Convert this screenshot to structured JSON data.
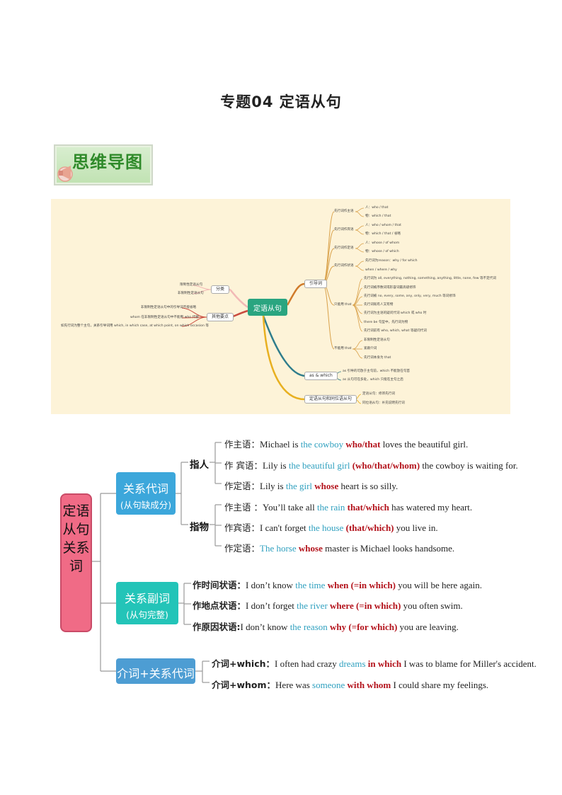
{
  "title": "专题04  定语从句",
  "badge": {
    "text": "思维导图"
  },
  "mindmap": {
    "center": "定语从句",
    "branch_yindaoci": "引导词",
    "branch_asWhich": "as & which",
    "branch_fenlei": "分类",
    "branch_nandian": "其他要点",
    "branch_tongwei": "定语从句和同位语从句",
    "sub_zhuyu": "先行词作主语",
    "sub_binyu": "先行词作宾语",
    "sub_dingyu": "先行词作定语",
    "sub_zhuangyu": "先行词作状语",
    "sub_only_that": "只能用 that",
    "sub_not_that": "不能用 that",
    "leaf_1": "人：who / that",
    "leaf_2": "物：which / that",
    "leaf_3": "人：who / whom / that",
    "leaf_4": "物：which / that / 省略",
    "leaf_5": "人：whose / of whom",
    "leaf_6": "物：whose / of which",
    "leaf_7": "先行词为reason：why / for which",
    "leaf_8": "when / where / why",
    "leaf_9": "先行词为 all, everything, nothing, something, anything, little, none, few 等不定代词",
    "leaf_10": "先行词被序数词或形容词最高级修饰",
    "leaf_11": "先行词被 no, every, some, any, only, very, much 等词修饰",
    "leaf_12": "先行词既有人又有物",
    "leaf_13": "先行词为主语的疑问代词 which 或 who 时",
    "leaf_14": "there be 句型中，先行词为物",
    "leaf_15": "先行词前有 who, which, what 等疑问代词",
    "leaf_16": "非限制性定语从句",
    "leaf_17": "紧跟介词",
    "leaf_18": "先行词本身为 that",
    "leaf_19": "as 引导的可放于主句前，which 不能放在句首",
    "leaf_20": "as 从句可在多处，which 只能在主句之后",
    "leaf_21": "定语从句：修饰先行词",
    "leaf_22": "同位语从句：补充说明先行词",
    "left_1": "限制性定语从句",
    "left_2": "非限制性定语从句",
    "left_3": "非限制性定语从句中的引导词不能省略",
    "left_4": "whom 在非限制性定语从句中不能用 who 代替",
    "left_5": "如先行词为整个主句，关系引导词用 which, in which case, at which point, on which occasion 等"
  },
  "diagram": {
    "root": "定语从句关系词",
    "cat1_main": "关系代词",
    "cat1_sub": "(从句缺成分)",
    "cat2_main": "关系副词",
    "cat2_sub": "(从句完整)",
    "cat3_main": "介词+关系代词",
    "grp_person": "指人",
    "grp_thing": "指物",
    "r1": {
      "label": "作主语：",
      "a": "Michael is ",
      "b": "the cowboy ",
      "c": " who/that",
      "d": " loves the beautiful girl."
    },
    "r2": {
      "label": "作 宾语：",
      "a": "Lily is ",
      "b": "the beautiful girl ",
      "c": " (who/that/whom)",
      "d": " the cowboy is waiting for."
    },
    "r3": {
      "label": "作定语：",
      "a": "Lily is ",
      "b": "the girl ",
      "c": "whose",
      "d": " heart is so silly."
    },
    "r4": {
      "label": "作主语 ：",
      "a": "You’ll take all ",
      "b": "the rain ",
      "c": "that/which",
      "d": " has watered my heart."
    },
    "r5": {
      "label": "作宾语：",
      "a": "I can't forget ",
      "b": "the house ",
      "c": "(that/which)",
      "d": " you live in."
    },
    "r6": {
      "label": "作定语：",
      "a": "",
      "b": "The horse ",
      "c": "whose",
      "d": " master is Michael looks handsome."
    },
    "r7": {
      "label": "作时间状语：",
      "a": "I don’t know ",
      "b": "the time ",
      "c": "when (=in which)",
      "d": " you will be here again."
    },
    "r8": {
      "label": "作地点状语：",
      "a": "I don’t forget ",
      "b": "the river ",
      "c": "where (=in which)",
      "d": " you often swim."
    },
    "r9": {
      "label": "作原因状语:",
      "a": "I don’t know ",
      "b": "the reason ",
      "c": "why (=for which)",
      "d": " you are leaving."
    },
    "r10": {
      "label": "介词+which：",
      "a": "I often had crazy ",
      "b": "dreams ",
      "c": "in which",
      "d": " I was to blame for Miller's accident."
    },
    "r11": {
      "label": "介词+whom：",
      "a": "Here was ",
      "b": "someone ",
      "c": "with whom",
      "d": " I could share my feelings."
    }
  }
}
